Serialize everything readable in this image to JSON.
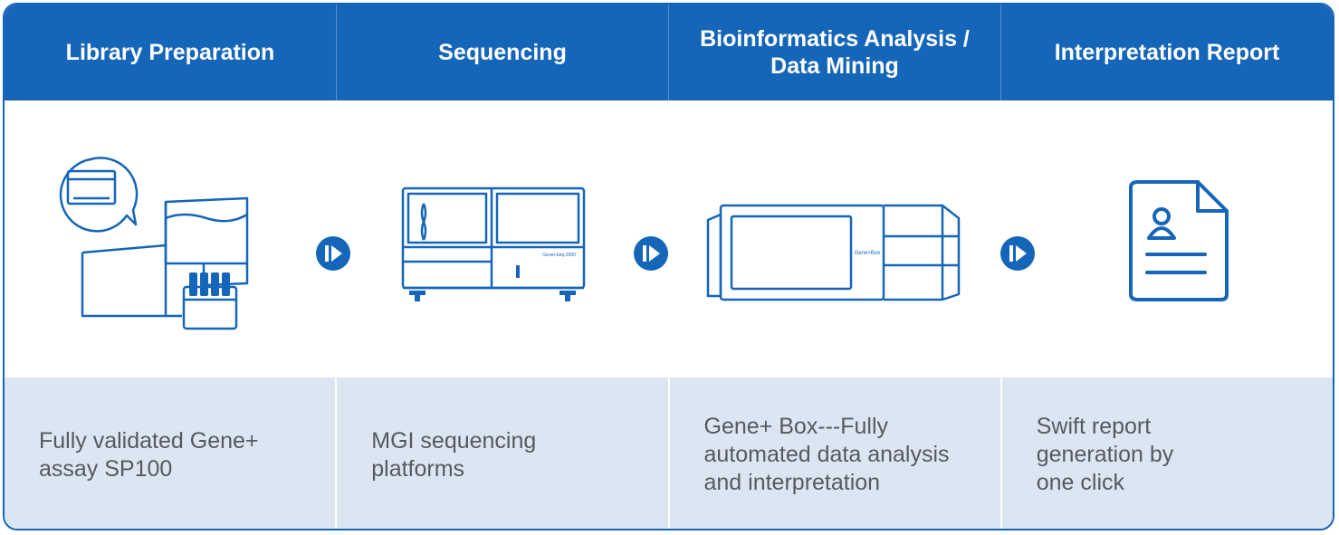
{
  "header": {
    "steps": [
      {
        "label": "Library Preparation"
      },
      {
        "label": "Sequencing"
      },
      {
        "label": "Bioinformatics Analysis /\nData Mining"
      },
      {
        "label": "Interpretation Report"
      }
    ]
  },
  "middle": {
    "icons": [
      {
        "name": "library-prep-instrument-icon"
      },
      {
        "name": "sequencer-icon"
      },
      {
        "name": "gene-box-server-icon"
      },
      {
        "name": "report-document-icon"
      }
    ],
    "instrument_labels": {
      "sequencer": "Gene+Seq-2000",
      "gene_box": "Gene+Box"
    },
    "arrow_icon": "play-circle-arrow-icon"
  },
  "footer": {
    "descriptions": [
      {
        "text": "Fully validated Gene+\nassay SP100"
      },
      {
        "text": "MGI sequencing\nplatforms"
      },
      {
        "text": "Gene+ Box---Fully\nautomated data analysis\nand interpretation"
      },
      {
        "text": "Swift report\ngeneration by\none click"
      }
    ]
  },
  "colors": {
    "brand_blue": "#1565b8",
    "footer_bg": "#dce6f3",
    "text_gray": "#555a60"
  }
}
